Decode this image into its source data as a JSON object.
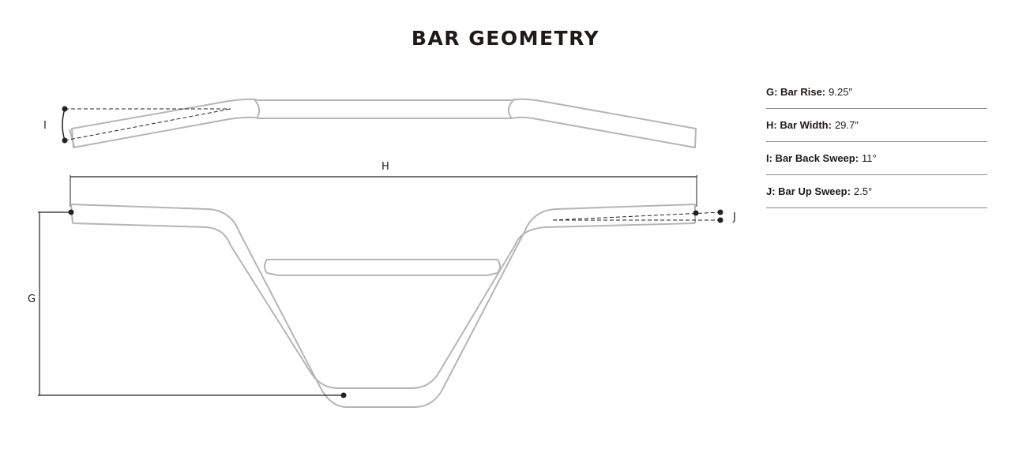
{
  "title": "BAR GEOMETRY",
  "diagram": {
    "labels": {
      "i": "I",
      "h": "H",
      "g": "G",
      "j": "J"
    }
  },
  "specs": [
    {
      "key": "G: Bar Rise:",
      "value": "9.25″"
    },
    {
      "key": "H: Bar Width:",
      "value": "29.7″"
    },
    {
      "key": "I: Bar Back Sweep:",
      "value": "11°"
    },
    {
      "key": "J: Bar Up Sweep:",
      "value": "2.5°"
    }
  ],
  "colors": {
    "bar_outline": "#b5b5b5",
    "dimension_line": "#222222",
    "text": "#1f1a17"
  }
}
